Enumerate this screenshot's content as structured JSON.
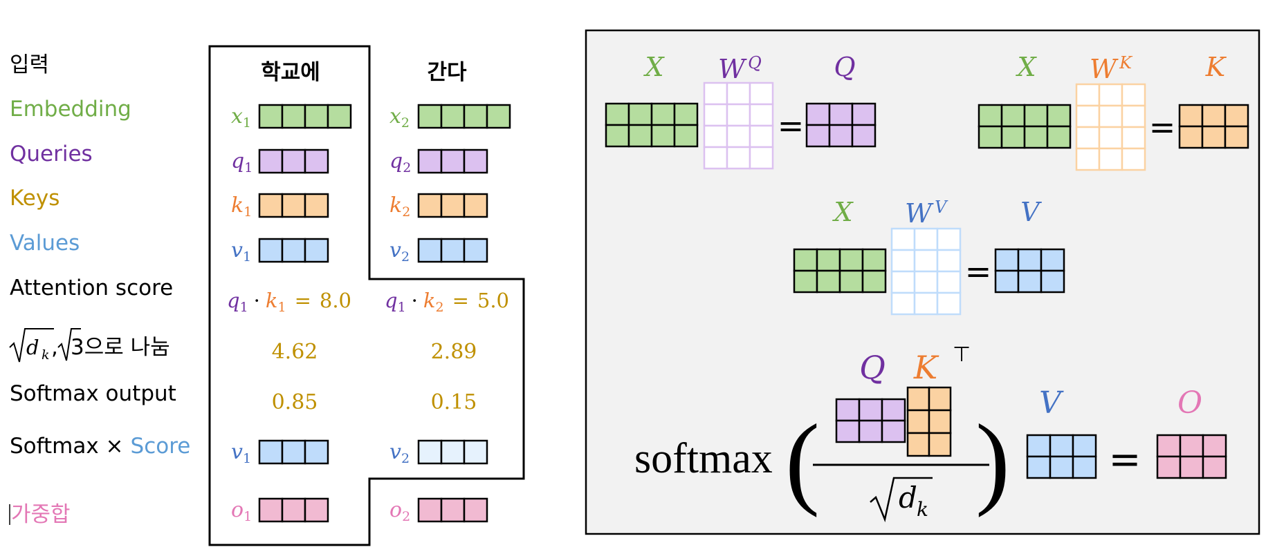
{
  "colors": {
    "embedding": "#70ad47",
    "query": "#7030a0",
    "key": "#ed7d31",
    "value": "#4472c4",
    "score": "#bf9000",
    "output": "#e377b5",
    "label_blue": "#5b9bd5",
    "fill_green": "#b5dd9f",
    "fill_purple": "#dcc1f0",
    "fill_orange": "#fbd2a2",
    "fill_blue": "#bfdcfb",
    "fill_blue_light": "#e6f2fd",
    "fill_pink": "#f1bad2",
    "panel_bg": "#f2f2f2"
  },
  "row_labels": {
    "input": "입력",
    "embedding": "Embedding",
    "queries": "Queries",
    "keys": "Keys",
    "values": "Values",
    "attention_score": "Attention score",
    "divide_prefix": "d",
    "divide_sub": "k",
    "divide_suffix": "3으로 나눔",
    "softmax_output": "Softmax output",
    "softmax_times_a": "Softmax ×",
    "softmax_times_b": "Score",
    "weighted_sum": "가중합"
  },
  "words": [
    {
      "token": "학교에",
      "x_sym": "x",
      "q_sym": "q",
      "k_sym": "k",
      "v_sym": "v",
      "o_sym": "o",
      "sub": "1",
      "dot": "·",
      "equals": "=",
      "score": "8.0",
      "scaled": "4.62",
      "softmax": "0.85"
    },
    {
      "token": "간다",
      "x_sym": "x",
      "q_sym": "q",
      "k_sym": "k",
      "v_sym": "v",
      "o_sym": "o",
      "sub": "2",
      "dot": "·",
      "equals": "=",
      "score": "5.0",
      "scaled": "2.89",
      "softmax": "0.15"
    }
  ],
  "panel": {
    "X": "X",
    "W": "W",
    "Q": "Q",
    "K": "K",
    "V": "V",
    "O": "O",
    "eq": "=",
    "transpose": "⊤",
    "softmax": "softmax",
    "sqrt_d": "d",
    "sqrt_k": "k",
    "paren_open": "(",
    "paren_close": ")"
  }
}
